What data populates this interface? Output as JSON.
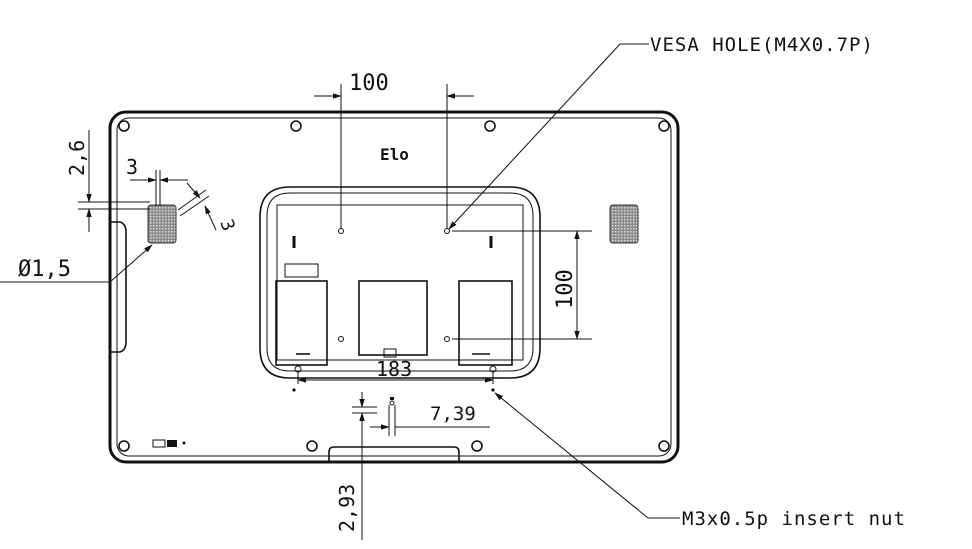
{
  "callouts": {
    "vesa_hole": "VESA HOLE(M4X0.7P)",
    "insert_nut": "M3x0.5p insert nut"
  },
  "dimensions": {
    "vesa_horizontal": "100",
    "vesa_vertical": "100",
    "top_offset": "2,6",
    "width_small": "3",
    "angle_small": "3",
    "diameter": "Ø1,5",
    "nut_spacing": "183",
    "nut_offset": "7,39",
    "bottom_offset": "2,93"
  },
  "logo": "Elo"
}
